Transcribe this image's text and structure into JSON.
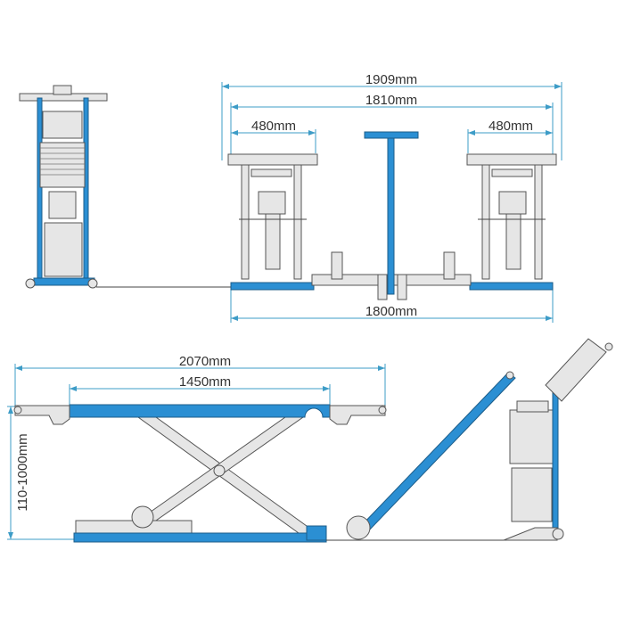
{
  "dimensions": {
    "overall_width": "1909mm",
    "inner_width": "1810mm",
    "left_pad": "480mm",
    "right_pad": "480mm",
    "base_width": "1800mm",
    "platform_length": "2070mm",
    "frame_length": "1450mm",
    "height_range": "110-1000mm"
  },
  "colors": {
    "accent": "#2b8fd3",
    "dimension_line": "#3d9cc7"
  }
}
